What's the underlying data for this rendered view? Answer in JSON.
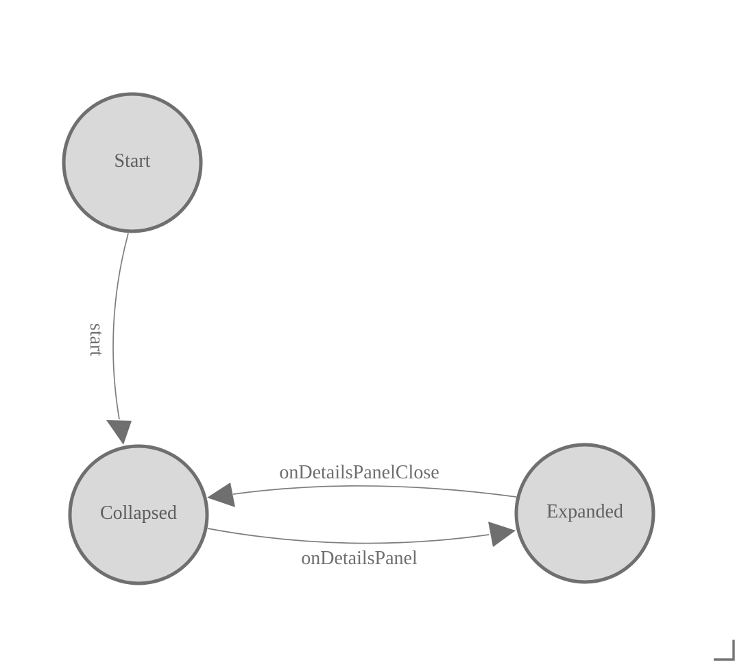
{
  "diagram": {
    "title": "state-machine-diagram",
    "nodes": [
      {
        "id": "start",
        "label": "Start"
      },
      {
        "id": "collapsed",
        "label": "Collapsed"
      },
      {
        "id": "expanded",
        "label": "Expanded"
      }
    ],
    "edges": [
      {
        "id": "start-transition",
        "label": "start",
        "from": "Start",
        "to": "Collapsed"
      },
      {
        "id": "details-panel-close",
        "label": "onDetailsPanelClose",
        "from": "Expanded",
        "to": "Collapsed"
      },
      {
        "id": "details-panel-open",
        "label": "onDetailsPanel",
        "from": "Collapsed",
        "to": "Expanded"
      }
    ],
    "colors": {
      "background": "#ffffff",
      "node_fill": "#d9d9d9",
      "node_stroke": "#6f6f6f",
      "edge_line": "#7d7d7d",
      "arrowhead": "#6f6f6f",
      "node_text": "#5f5f5f",
      "edge_text": "#6e6e6e",
      "resize_handle": "#757575"
    }
  }
}
